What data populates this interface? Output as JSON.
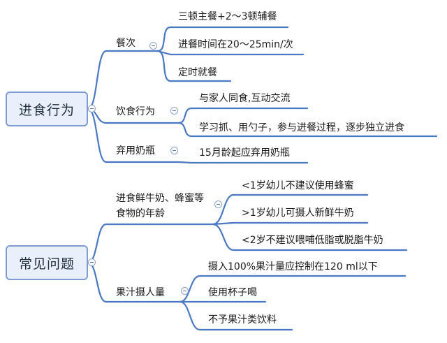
{
  "roots": [
    {
      "label": "进食行为",
      "branches": [
        {
          "label": "餐次",
          "leaves": [
            "三顿主餐+2～3顿辅餐",
            "进餐时间在20～25min/次",
            "定时就餐"
          ]
        },
        {
          "label": "饮食行为",
          "leaves": [
            "与家人同食,互动交流",
            "学习抓、用勺子，参与进餐过程，逐步独立进食"
          ]
        },
        {
          "label": "弃用奶瓶",
          "leaves": [
            "15月龄起应弃用奶瓶"
          ]
        }
      ]
    },
    {
      "label": "常见问题",
      "branches": [
        {
          "label": "进食鲜牛奶、蜂蜜等食物的年龄",
          "leaves": [
            "<1岁幼儿不建议使用蜂蜜",
            ">1岁幼儿可摄人新鲜牛奶",
            "<2岁不建议喂哺低脂或脱脂牛奶"
          ]
        },
        {
          "label": "果汁摄人量",
          "leaves": [
            "摄入100%果汁量应控制在120 ml以下",
            "使用杯子喝",
            "不予果汁类饮料"
          ]
        }
      ]
    }
  ],
  "colors": {
    "line": "#4a78c2",
    "root_border": "#7f9bd3",
    "root_fill": "#eaf0fb"
  }
}
